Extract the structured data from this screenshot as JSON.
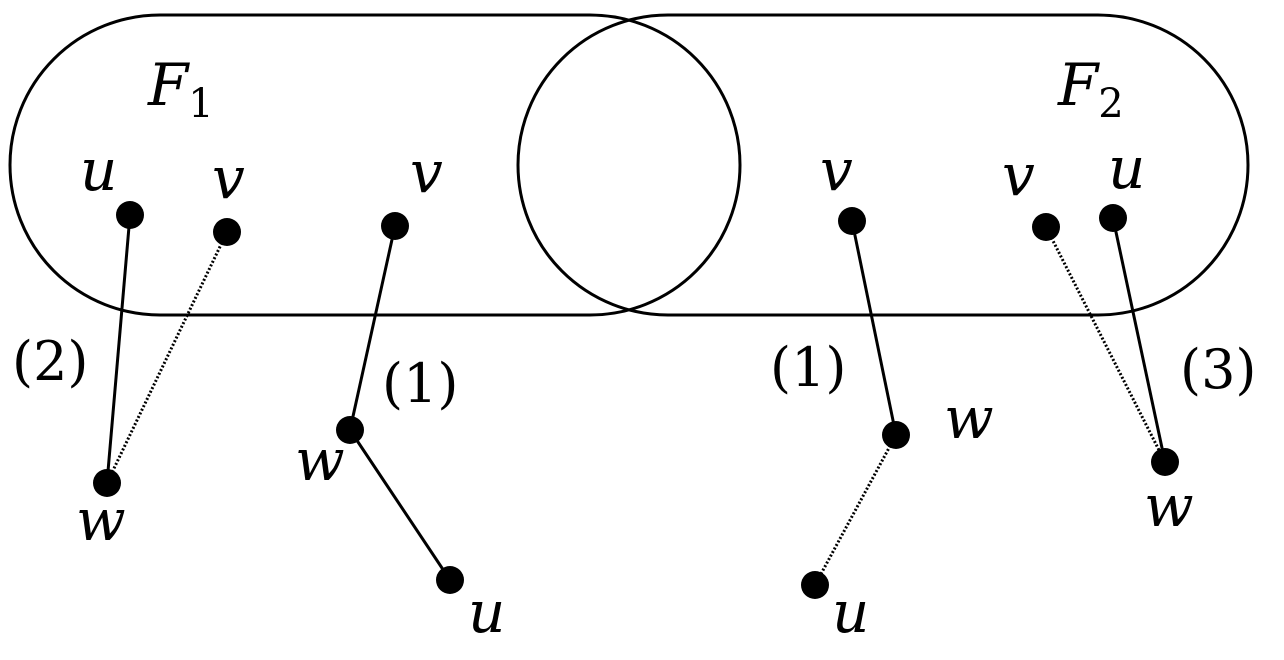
{
  "sets": [
    {
      "name": "F1-set",
      "label": "F",
      "subscript": "1"
    },
    {
      "name": "F2-set",
      "label": "F",
      "subscript": "2"
    },
    {
      "name": "intersection-set"
    }
  ],
  "vertex_labels": {
    "u": "u",
    "v": "v",
    "w": "w"
  },
  "cases": {
    "case1": "(1)",
    "case2": "(2)",
    "case3": "(3)"
  },
  "edge_styles": {
    "solid": "solid",
    "dotted": "dotted"
  },
  "colors": {
    "ink": "#000000",
    "background": "#ffffff"
  }
}
